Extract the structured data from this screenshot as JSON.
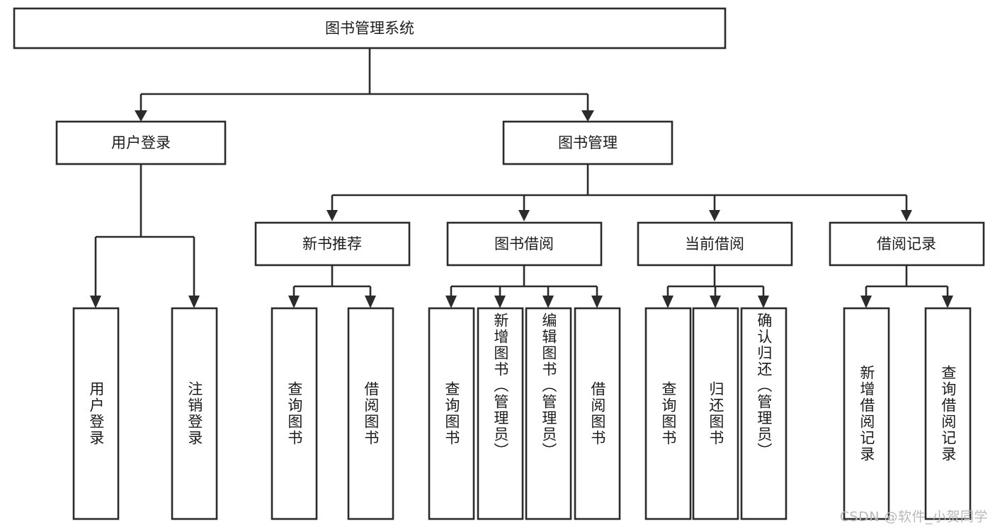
{
  "diagram": {
    "title_node": {
      "label": "图书管理系统"
    },
    "level2": [
      {
        "id": "user-login",
        "label": "用户登录"
      },
      {
        "id": "book-management",
        "label": "图书管理"
      }
    ],
    "level3": [
      {
        "id": "new-book-recommend",
        "label": "新书推荐"
      },
      {
        "id": "book-borrow",
        "label": "图书借阅"
      },
      {
        "id": "current-borrow",
        "label": "当前借阅"
      },
      {
        "id": "borrow-record",
        "label": "借阅记录"
      }
    ],
    "leaves": [
      {
        "id": "leaf-user-login",
        "label": "用户登录",
        "parent": "user-login"
      },
      {
        "id": "leaf-logout-login",
        "label": "注销登录",
        "parent": "user-login"
      },
      {
        "id": "leaf-query-book-1",
        "label": "查询图书",
        "parent": "new-book-recommend"
      },
      {
        "id": "leaf-borrow-book-1",
        "label": "借阅图书",
        "parent": "new-book-recommend"
      },
      {
        "id": "leaf-query-book-2",
        "label": "查询图书",
        "parent": "book-borrow"
      },
      {
        "id": "leaf-add-book-admin",
        "label": "新增图书（管理员）",
        "parent": "book-borrow"
      },
      {
        "id": "leaf-edit-book-admin",
        "label": "编辑图书（管理员）",
        "parent": "book-borrow"
      },
      {
        "id": "leaf-borrow-book-2",
        "label": "借阅图书",
        "parent": "book-borrow"
      },
      {
        "id": "leaf-query-book-3",
        "label": "查询图书",
        "parent": "current-borrow"
      },
      {
        "id": "leaf-return-book",
        "label": "归还图书",
        "parent": "current-borrow"
      },
      {
        "id": "leaf-confirm-return-admin",
        "label": "确认归还（管理员）",
        "parent": "current-borrow"
      },
      {
        "id": "leaf-add-borrow-record",
        "label": "新增借阅记录",
        "parent": "borrow-record"
      },
      {
        "id": "leaf-query-borrow-record",
        "label": "查询借阅记录",
        "parent": "borrow-record"
      }
    ],
    "colors": {
      "stroke": "#2b2b2b",
      "fill": "#ffffff",
      "text": "#1c1c1c",
      "watermark": "#b9b9b9"
    }
  },
  "watermark": {
    "text": "CSDN @软件_小贺同学"
  }
}
